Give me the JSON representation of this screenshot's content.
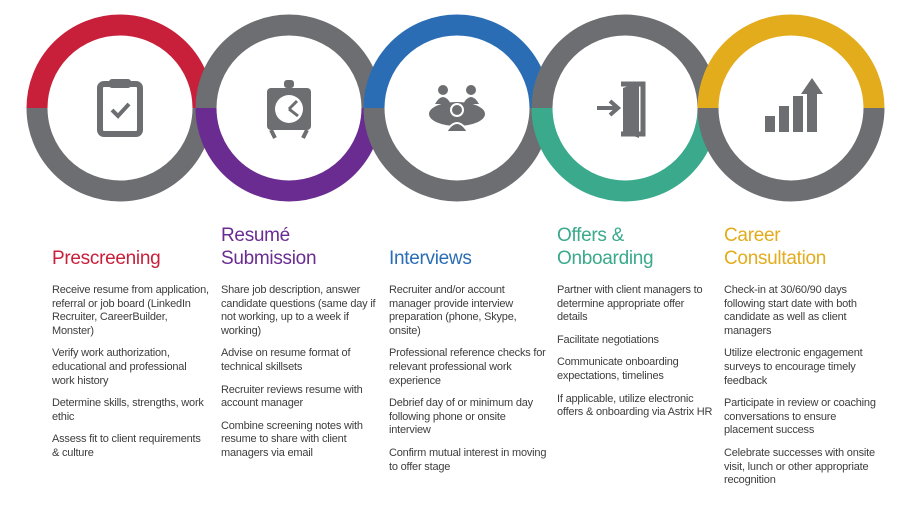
{
  "stages": [
    {
      "title": "Prescreening",
      "color": "#c8203a",
      "icon": "clipboard-check-icon",
      "items": [
        "Receive resume from application, referral or job board (LinkedIn Recruiter, CareerBuilder, Monster)",
        "Verify work authorization, educational and professional work history",
        "Determine skills, strengths, work ethic",
        "Assess fit to client requirements & culture"
      ]
    },
    {
      "title": "Resumé Submission",
      "color": "#6a2c91",
      "icon": "alarm-clock-icon",
      "items": [
        "Share job description, answer candidate questions (same day if not working, up to a week if working)",
        "Advise on resume format of technical skillsets",
        "Recruiter reviews resume with account manager",
        "Combine screening notes with resume to share with client managers via email"
      ]
    },
    {
      "title": "Interviews",
      "color": "#2a6db5",
      "icon": "meeting-table-icon",
      "items": [
        "Recruiter and/or account manager provide interview preparation (phone, Skype, onsite)",
        "Professional reference checks for relevant professional work experience",
        "Debrief day of or minimum day following phone or onsite interview",
        "Confirm mutual interest in moving to offer stage"
      ]
    },
    {
      "title": "Offers & Onboarding",
      "color": "#3aa98c",
      "icon": "enter-door-icon",
      "items": [
        "Partner with client managers to determine appropriate offer details",
        "Facilitate negotiations",
        "Communicate onboarding expectations, timelines",
        "If applicable, utilize electronic offers & onboarding via Astrix HR"
      ]
    },
    {
      "title": "Career Consultation",
      "color": "#e3ac1c",
      "icon": "growth-chart-icon",
      "items": [
        "Check-in at 30/60/90 days following start date with both candidate as well as client managers",
        "Utilize electronic engagement surveys to encourage timely feedback",
        "Participate in review or coaching conversations to ensure placement success",
        "Celebrate successes with onsite visit, lunch or other appropriate recognition"
      ]
    }
  ],
  "ring_gray": "#6d6e71"
}
